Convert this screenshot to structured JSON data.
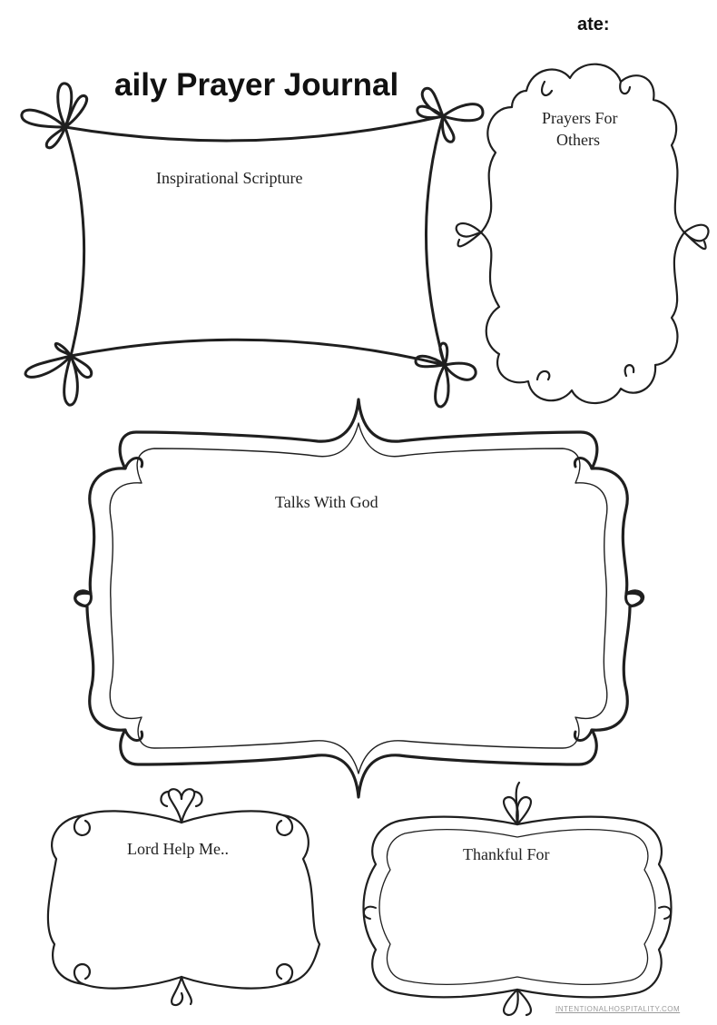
{
  "header": {
    "date_label": "ate:",
    "title": "aily Prayer Journal"
  },
  "sections": {
    "scripture": "Inspirational Scripture",
    "prayers_line1": "Prayers For",
    "prayers_line2": "Others",
    "talks": "Talks With God",
    "help": "Lord Help Me..",
    "thankful": "Thankful For"
  },
  "footer": {
    "credit": "INTENTIONALHOSPITALITY.COM"
  }
}
